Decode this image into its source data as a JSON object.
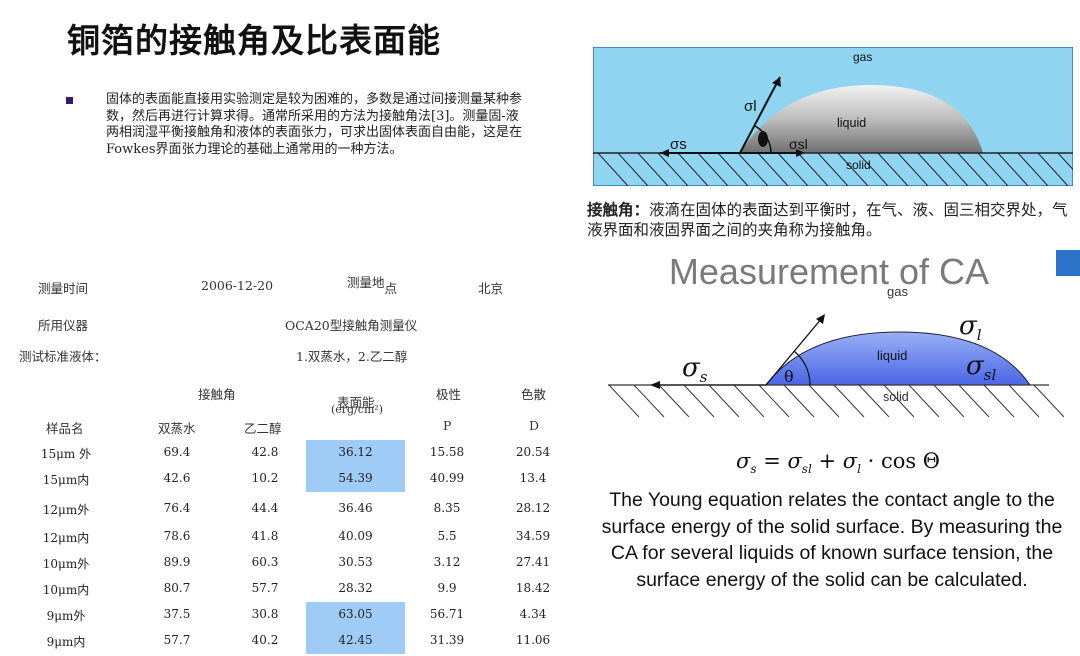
{
  "title": "铜箔的接触角及比表面能",
  "intro": "固体的表面能直接用实验测定是较为困难的，多数是通过间接测量某种参数，然后再进行计算求得。通常所采用的方法为接触角法[3]。测量固-液两相润湿平衡接触角和液体的表面张力，可求出固体表面自由能，这是在Fowkes界面张力理论的基础上通常用的一种方法。",
  "fig1": {
    "gas": "gas",
    "liquid": "liquid",
    "solid": "solid",
    "sigma_l": "σl",
    "sigma_s": "σs",
    "sigma_sl": "σsl"
  },
  "caption": {
    "term": "接触角：",
    "text": "液滴在固体的表面达到平衡时，在气、液、固三相交界处，气液界面和液固界面之间的夹角称为接触角。"
  },
  "fig2": {
    "heading": "Measurement of CA",
    "gas": "gas",
    "liquid": "liquid",
    "solid": "solid",
    "theta": "θ"
  },
  "young": "The Young equation relates the contact angle to the surface energy of the solid surface. By measuring the CA for several liquids of known surface tension, the surface energy of the solid can be calculated.",
  "meta": {
    "time_label": "测量时间",
    "time_value": "2006-12-20",
    "place_label_a": "测量地",
    "place_label_b": "点",
    "place_value": "北京",
    "instrument_label": "所用仪器",
    "instrument_value": "OCA20型接触角测量仪",
    "liquid_label": "测试标准液体：",
    "liquid_value": "1.双蒸水，2.乙二醇"
  },
  "table": {
    "h_contact": "接触角",
    "h_energy": "表面能",
    "h_energy_unit": "(erg/cm²)",
    "h_polar": "极性",
    "h_disp": "色散",
    "h_sample": "样品名",
    "h_water": "双蒸水",
    "h_glycol": "乙二醇",
    "h_p": "P",
    "h_d": "D",
    "rows": [
      {
        "name": "15μm 外",
        "water": "69.4",
        "glycol": "42.8",
        "energy": "36.12",
        "p": "15.58",
        "d": "20.54",
        "hl": true
      },
      {
        "name": "15μm内",
        "water": "42.6",
        "glycol": "10.2",
        "energy": "54.39",
        "p": "40.99",
        "d": "13.4",
        "hl": true
      },
      {
        "name": "12μm外",
        "water": "76.4",
        "glycol": "44.4",
        "energy": "36.46",
        "p": "8.35",
        "d": "28.12",
        "hl": false
      },
      {
        "name": "12μm内",
        "water": "78.6",
        "glycol": "41.8",
        "energy": "40.09",
        "p": "5.5",
        "d": "34.59",
        "hl": false
      },
      {
        "name": "10μm外",
        "water": "89.9",
        "glycol": "60.3",
        "energy": "30.53",
        "p": "3.12",
        "d": "27.41",
        "hl": false
      },
      {
        "name": "10μm内",
        "water": "80.7",
        "glycol": "57.7",
        "energy": "28.32",
        "p": "9.9",
        "d": "18.42",
        "hl": false
      },
      {
        "name": "9μm外",
        "water": "37.5",
        "glycol": "30.8",
        "energy": "63.05",
        "p": "56.71",
        "d": "4.34",
        "hl": true
      },
      {
        "name": "9μm内",
        "water": "57.7",
        "glycol": "40.2",
        "energy": "42.45",
        "p": "31.39",
        "d": "11.06",
        "hl": true
      }
    ]
  }
}
